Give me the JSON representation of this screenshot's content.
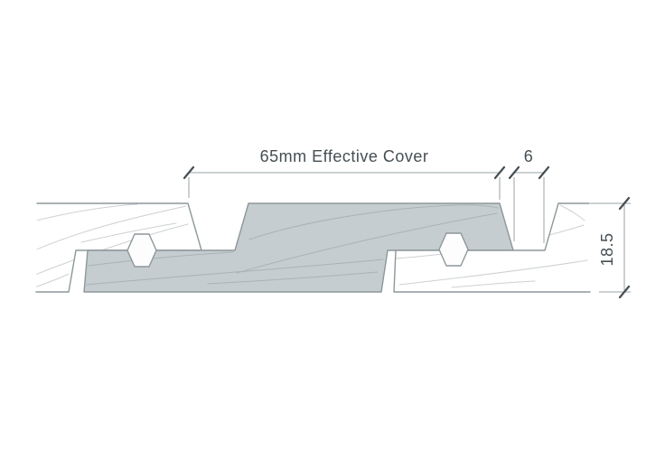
{
  "diagram": {
    "type": "cladding-profile-cross-section",
    "annotations": {
      "effective_cover_label": "65mm Effective Cover",
      "gap_label": "6",
      "thickness_label": "18.5"
    },
    "colors": {
      "highlight_fill": "#c5cdd0",
      "outline": "#8d979a",
      "grain_light": "#ccd1d2",
      "grain_dark": "#a9b2b4",
      "dimension_line": "#9aa3a6",
      "annotation_text": "#454e53",
      "background": "#ffffff"
    }
  }
}
